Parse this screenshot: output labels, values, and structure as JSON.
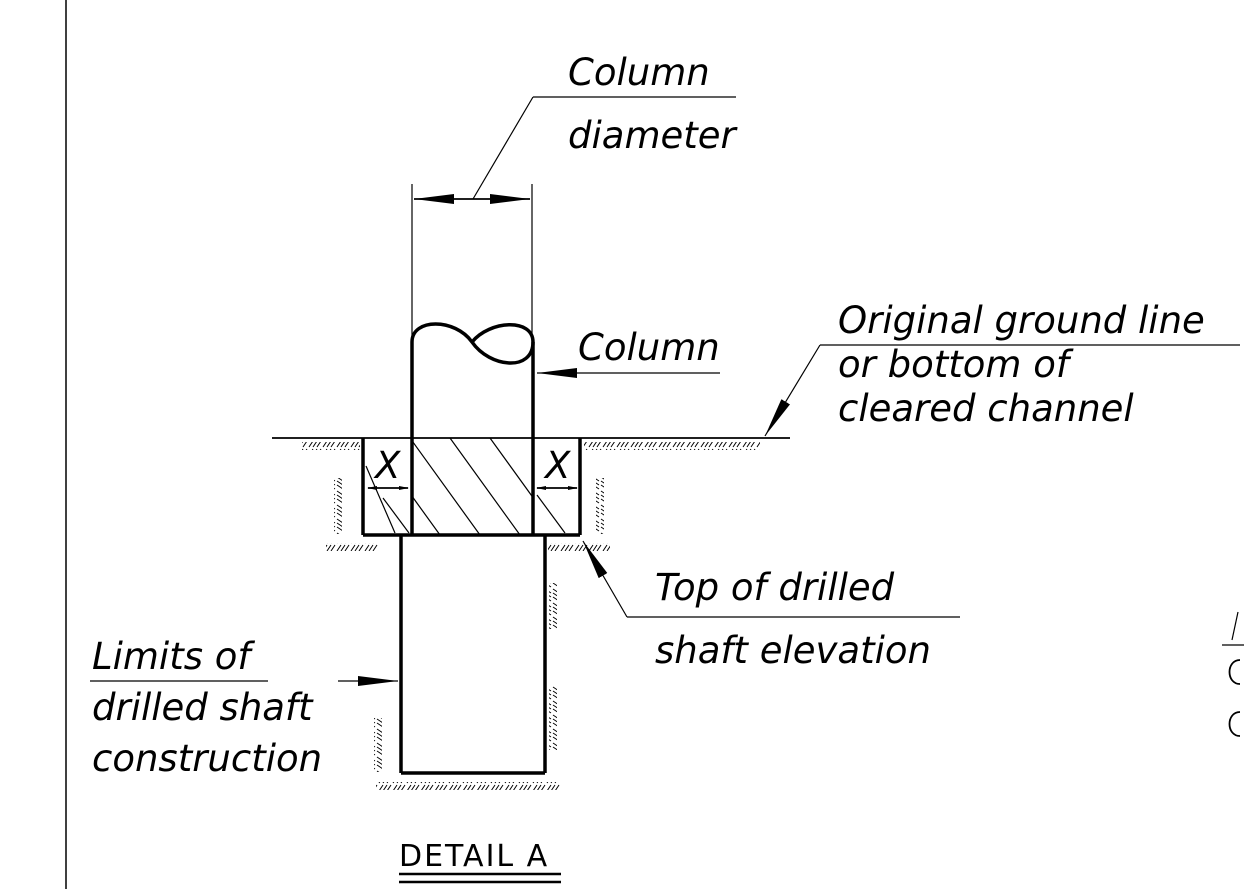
{
  "detail": {
    "title": "DETAIL A",
    "labels": {
      "column_diameter_line1": "Column",
      "column_diameter_line2": "diameter",
      "column": "Column",
      "ground_line1": "Original ground line",
      "ground_line2": "or bottom of",
      "ground_line3": "cleared channel",
      "x_left": "X",
      "x_right": "X",
      "top_of_shaft_line1": "Top of drilled",
      "top_of_shaft_line2": "shaft elevation",
      "limits_line1": "Limits of",
      "limits_line2": "drilled shaft",
      "limits_line3": "construction"
    }
  }
}
